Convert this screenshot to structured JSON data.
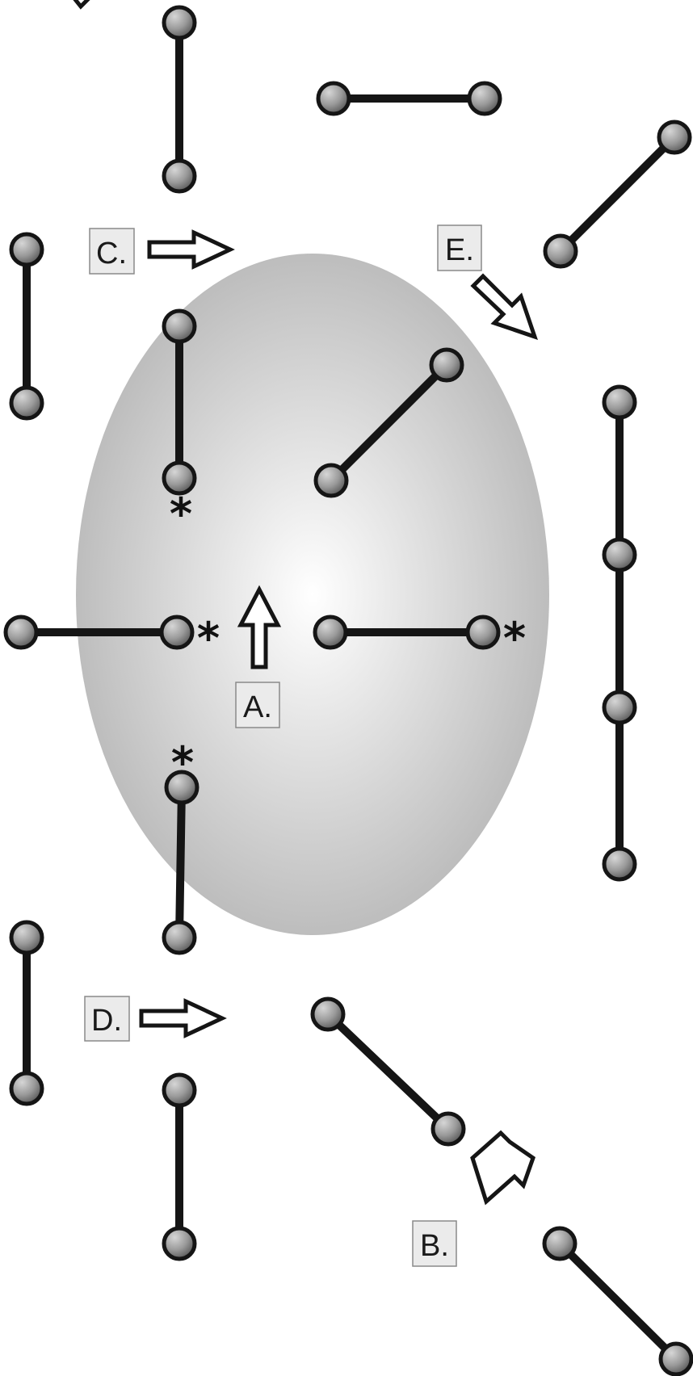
{
  "labels": {
    "a": "A.",
    "b": "B.",
    "c": "C.",
    "d": "D.",
    "e": "E."
  },
  "marker": "*",
  "colors": {
    "stick": "#151515",
    "bead_highlight": "#d0d0d0",
    "bead_shadow": "#5a5a5a",
    "cell_center": "#ffffff",
    "cell_edge": "#bdbdbd",
    "label_box": "#ebebeb"
  }
}
